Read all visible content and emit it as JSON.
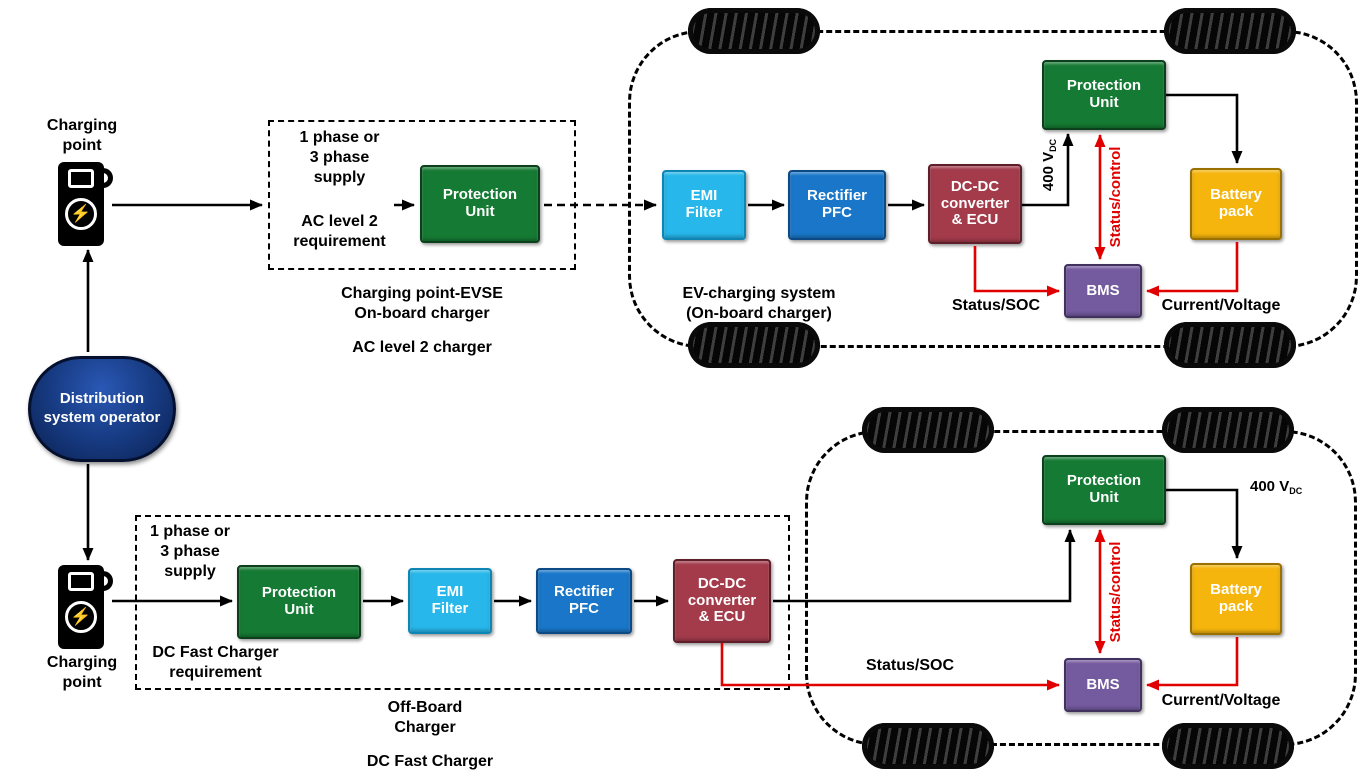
{
  "colors": {
    "green": "#157a33",
    "green_border": "#0c3f1c",
    "cyan": "#27b7ea",
    "cyan_border": "#0d85b5",
    "blue": "#1976c8",
    "blue_border": "#0b4a85",
    "maroon": "#a33b4b",
    "maroon_border": "#5e1f2a",
    "yellow": "#f5b50d",
    "yellow_border": "#9a7100",
    "purple": "#745a9e",
    "purple_border": "#41315e",
    "navy": "#16397f",
    "red": "#e00000"
  },
  "icons": {
    "lightning": "⚡"
  },
  "grid": {
    "charging_point_top": "Charging\npoint",
    "charging_point_bottom": "Charging\npoint",
    "dso": "Distribution\nsystem operator"
  },
  "ac": {
    "supply": "1 phase or\n3 phase\nsupply",
    "requirement": "AC level 2\nrequirement",
    "protection": "Protection\nUnit",
    "caption": "Charging point-EVSE\nOn-board charger",
    "charger_type": "AC level 2 charger"
  },
  "ev1": {
    "emi": "EMI\nFilter",
    "rectifier": "Rectifier\nPFC",
    "dcdc": "DC-DC\nconverter\n& ECU",
    "protection": "Protection\nUnit",
    "battery": "Battery\npack",
    "bms": "BMS",
    "volt": "400 V",
    "volt_sub": "DC",
    "status_control": "Status/control",
    "status_soc": "Status/SOC",
    "current_voltage": "Current/Voltage",
    "system": "EV-charging system\n(On-board charger)"
  },
  "dc": {
    "supply": "1 phase or\n3 phase\nsupply",
    "requirement": "DC Fast Charger\nrequirement",
    "protection": "Protection\nUnit",
    "emi": "EMI\nFilter",
    "rectifier": "Rectifier\nPFC",
    "dcdc": "DC-DC\nconverter\n& ECU",
    "caption": "Off-Board\nCharger",
    "charger_type": "DC Fast Charger"
  },
  "ev2": {
    "protection": "Protection\nUnit",
    "battery": "Battery\npack",
    "bms": "BMS",
    "volt": "400 V",
    "volt_sub": "DC",
    "status_control": "Status/control",
    "status_soc": "Status/SOC",
    "current_voltage": "Current/Voltage"
  }
}
